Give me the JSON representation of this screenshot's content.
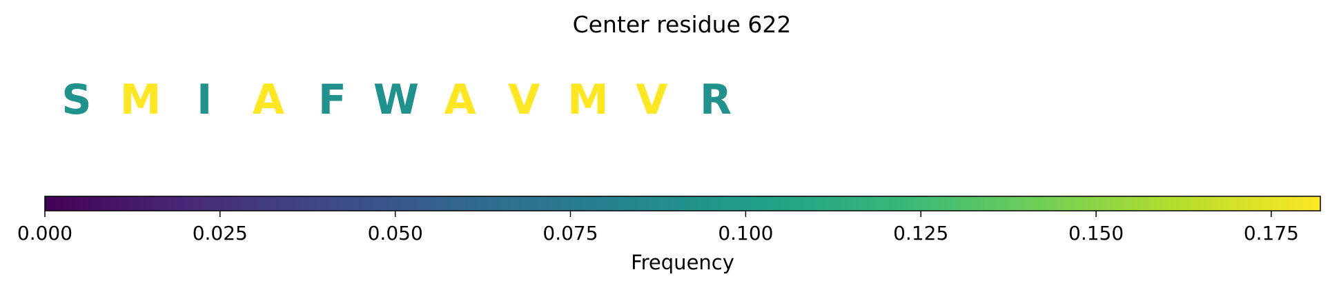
{
  "chart_data": {
    "type": "heatmap",
    "title": "Center residue 622",
    "residues": [
      {
        "letter": "S",
        "color": "#21918c"
      },
      {
        "letter": "M",
        "color": "#fde725"
      },
      {
        "letter": "I",
        "color": "#21918c"
      },
      {
        "letter": "A",
        "color": "#fde725"
      },
      {
        "letter": "F",
        "color": "#21918c"
      },
      {
        "letter": "W",
        "color": "#21918c"
      },
      {
        "letter": "A",
        "color": "#fde725"
      },
      {
        "letter": "V",
        "color": "#fde725"
      },
      {
        "letter": "M",
        "color": "#fde725"
      },
      {
        "letter": "V",
        "color": "#fde725"
      },
      {
        "letter": "R",
        "color": "#21918c"
      }
    ],
    "colorbar": {
      "label": "Frequency",
      "colormap": "viridis",
      "range": [
        0,
        0.182
      ],
      "ticks": [
        0.0,
        0.025,
        0.05,
        0.075,
        0.1,
        0.125,
        0.15,
        0.175
      ],
      "tick_labels": [
        "0.000",
        "0.025",
        "0.050",
        "0.075",
        "0.100",
        "0.125",
        "0.150",
        "0.175"
      ],
      "stops": [
        "#440154",
        "#482878",
        "#3e4989",
        "#31688e",
        "#26828e",
        "#1f9e89",
        "#35b779",
        "#6ece58",
        "#b5de2b",
        "#fde725"
      ]
    }
  }
}
